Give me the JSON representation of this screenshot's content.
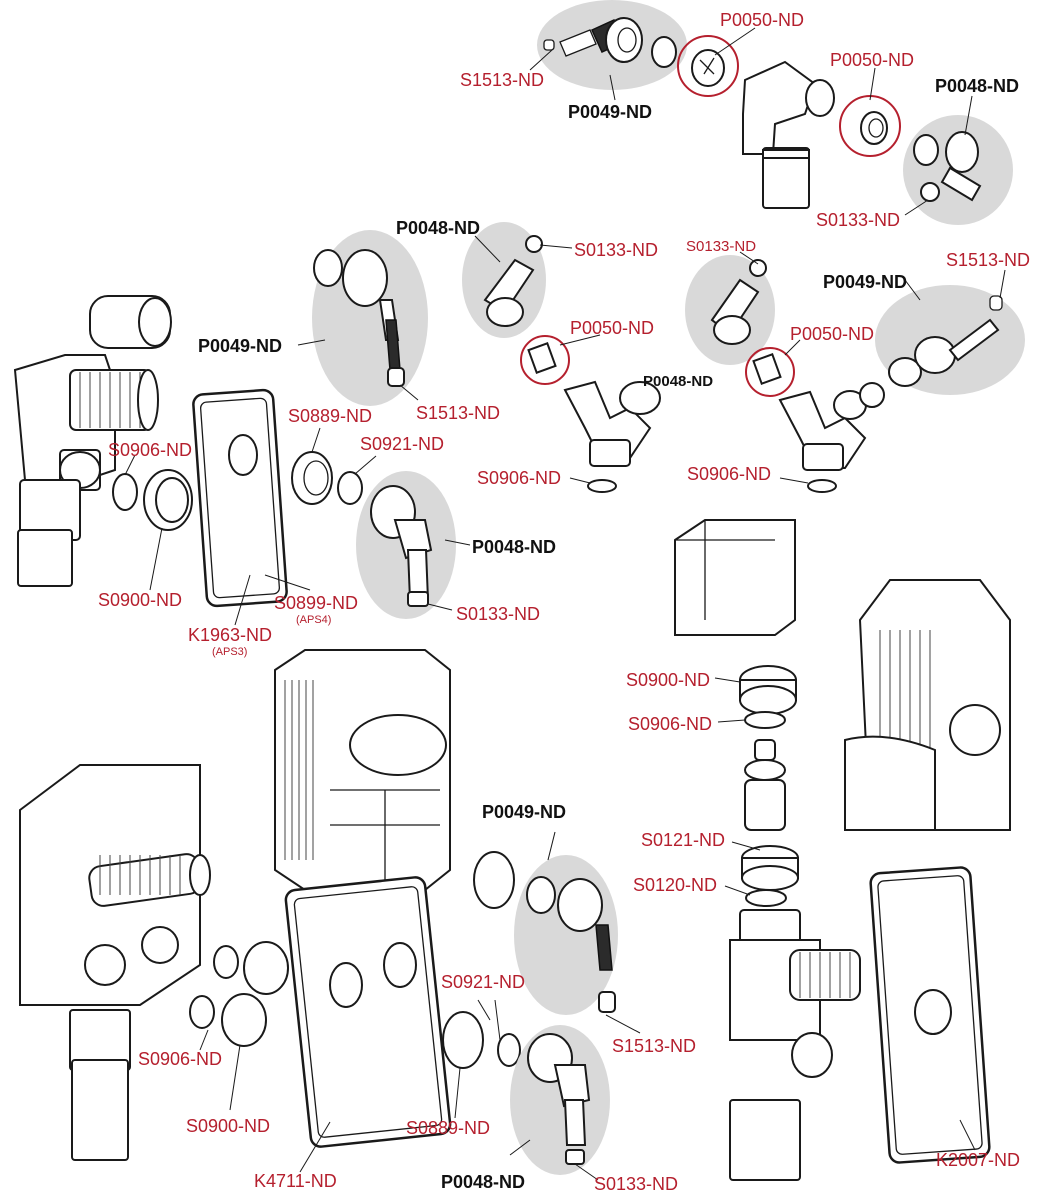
{
  "labels": {
    "s1513_top": "S1513-ND",
    "p0049_top": "P0049-ND",
    "p0050_top": "P0050-ND",
    "p0050_top_right": "P0050-ND",
    "p0048_top_right": "P0048-ND",
    "s0133_top_right": "S0133-ND",
    "p0048_mid": "P0048-ND",
    "s0133_mid": "S0133-ND",
    "s0133_mid_small": "S0133-ND",
    "s1513_mid_right": "S1513-ND",
    "p0049_mid_right": "P0049-ND",
    "p0050_mid_left": "P0050-ND",
    "p0050_mid_right": "P0050-ND",
    "p0048_mid_obscured": "P0048-ND",
    "s0906_mid_left": "S0906-ND",
    "s0906_mid_right": "S0906-ND",
    "p0049_left": "P0049-ND",
    "s1513_left": "S1513-ND",
    "s0889_left": "S0889-ND",
    "s0921_left": "S0921-ND",
    "s0906_left": "S0906-ND",
    "s0900_left": "S0900-ND",
    "p0048_left": "P0048-ND",
    "s0899_left": "S0899-ND",
    "s0899_note": "(APS4)",
    "k1963_left": "K1963-ND",
    "k1963_note": "(APS3)",
    "s0133_left": "S0133-ND",
    "s0900_right": "S0900-ND",
    "s0906_right": "S0906-ND",
    "s0121_right": "S0121-ND",
    "s0120_right": "S0120-ND",
    "p0049_bottom": "P0049-ND",
    "s0921_bottom": "S0921-ND",
    "s0906_bottom": "S0906-ND",
    "s1513_bottom": "S1513-ND",
    "s0900_bottom": "S0900-ND",
    "s0889_bottom": "S0889-ND",
    "k4711_bottom": "K4711-ND",
    "k2007_bottom": "K2007-ND",
    "p0048_bottom": "P0048-ND",
    "s0133_bottom": "S0133-ND"
  },
  "colors": {
    "label_red": "#b5202e",
    "label_black": "#111111",
    "highlight_blob": "#d9d9d9"
  }
}
